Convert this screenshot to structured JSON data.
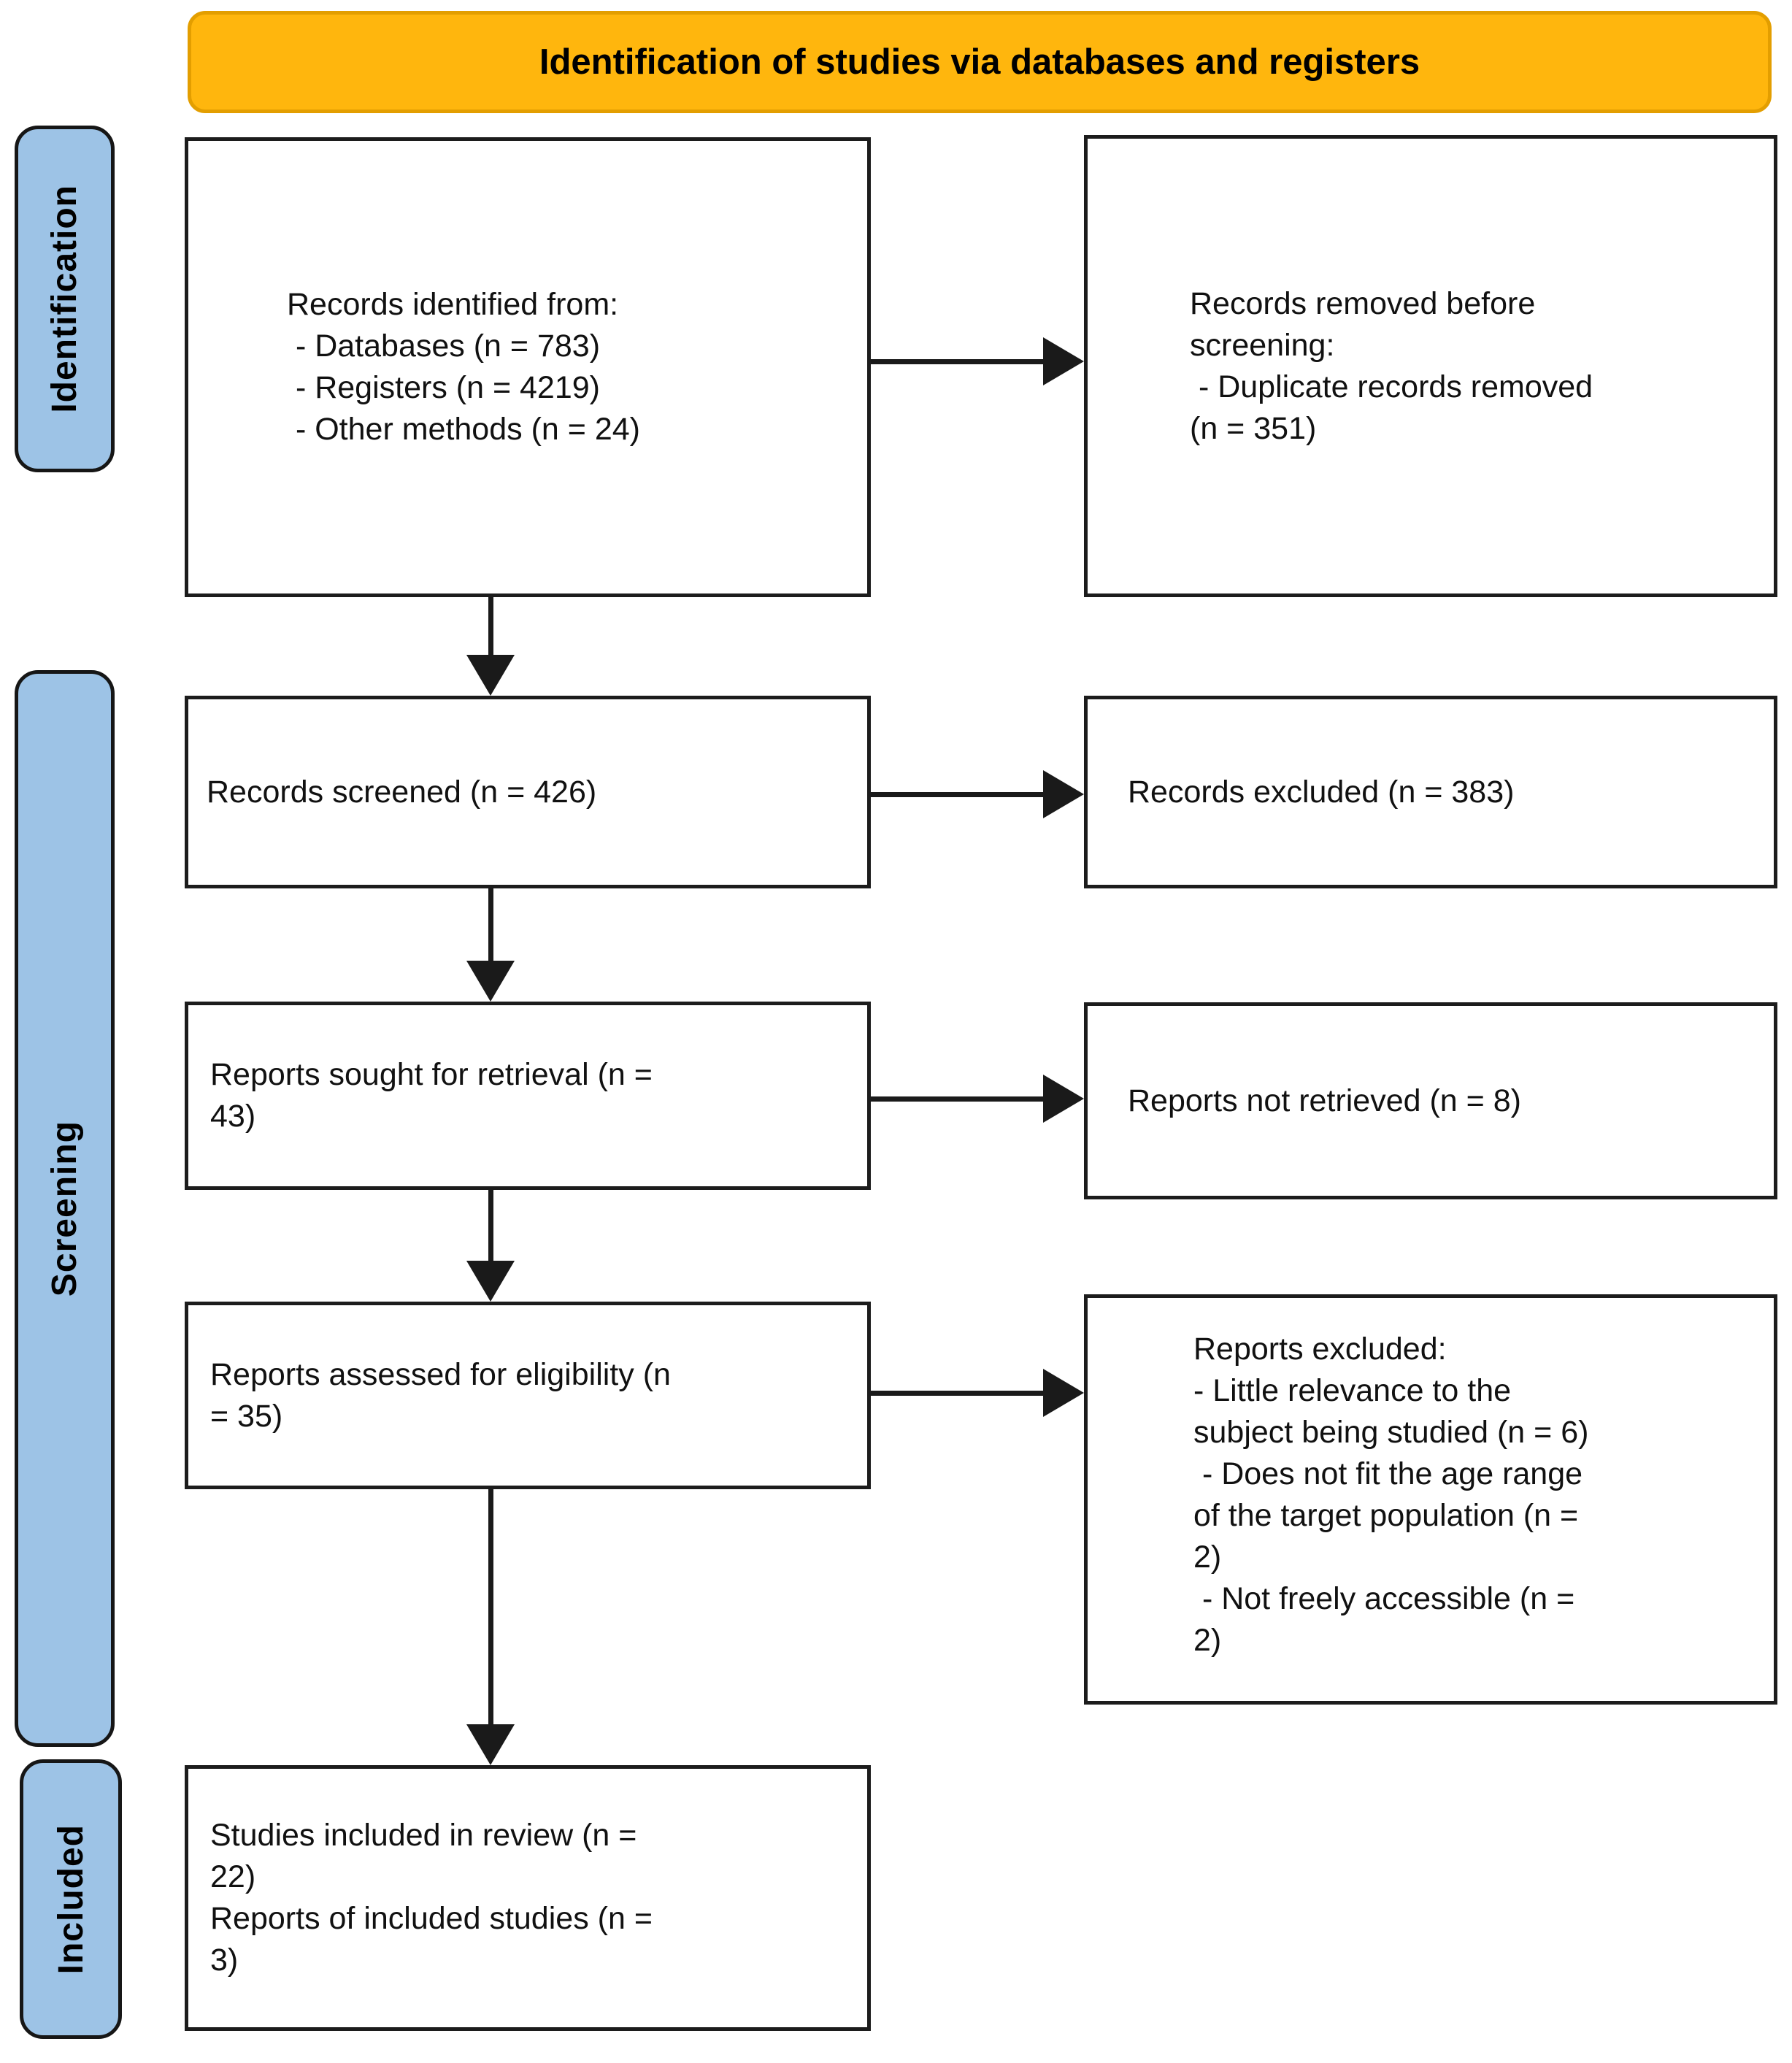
{
  "banner": {
    "title": "Identification of studies via databases and registers"
  },
  "sidebar": {
    "identification_label": "Identification",
    "screening_label": "Screening",
    "included_label": "Included"
  },
  "boxes": {
    "records_identified": "Records identified from:\n - Databases (n = 783)\n - Registers (n = 4219)\n - Other methods (n = 24)",
    "records_removed": "Records removed before\nscreening:\n - Duplicate records removed\n(n = 351)",
    "records_screened": "Records screened (n = 426)",
    "records_excluded": "Records excluded (n = 383)",
    "reports_sought": "Reports sought for retrieval (n =\n43)",
    "reports_not_retrieved": "Reports not retrieved (n = 8)",
    "reports_assessed": "Reports assessed for eligibility (n\n= 35)",
    "reports_excluded_detail": "Reports excluded:\n- Little relevance to the\nsubject being studied (n = 6)\n - Does not fit the age range\nof the target population (n =\n2)\n - Not freely accessible (n =\n2)",
    "studies_included": "Studies included in review (n =\n22)\nReports of included studies (n =\n3)"
  },
  "counts": {
    "databases": 783,
    "registers": 4219,
    "other_methods": 24,
    "duplicates_removed": 351,
    "records_screened": 426,
    "records_excluded": 383,
    "reports_sought": 43,
    "reports_not_retrieved": 8,
    "reports_assessed": 35,
    "excluded_little_relevance": 6,
    "excluded_age_range": 2,
    "excluded_not_accessible": 2,
    "studies_included": 22,
    "reports_of_included_studies": 3
  },
  "colors": {
    "banner_fill": "#FFB60D",
    "banner_border": "#E39E00",
    "stage_fill": "#9DC3E6",
    "stage_border": "#161616",
    "box_border": "#1C1C1C",
    "arrow": "#1A1A1A"
  }
}
